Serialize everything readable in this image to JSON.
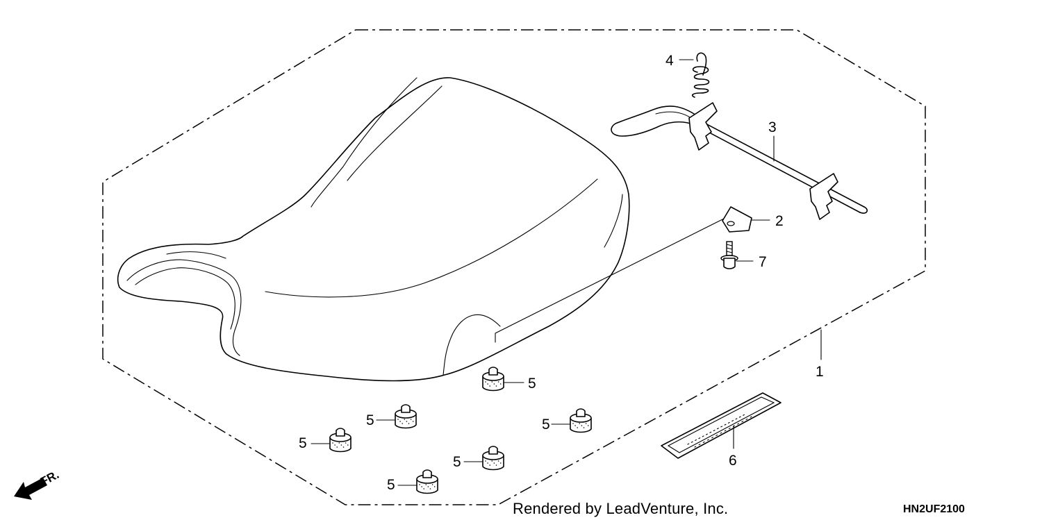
{
  "diagram": {
    "callouts": {
      "seat": "1",
      "plate": "2",
      "lock_rod": "3",
      "spring": "4",
      "cushion": "5",
      "strap": "6",
      "bolt": "7"
    },
    "direction_label": "FR.",
    "footer_text": "Rendered by LeadVenture, Inc.",
    "diagram_code": "HN2UF2100"
  }
}
